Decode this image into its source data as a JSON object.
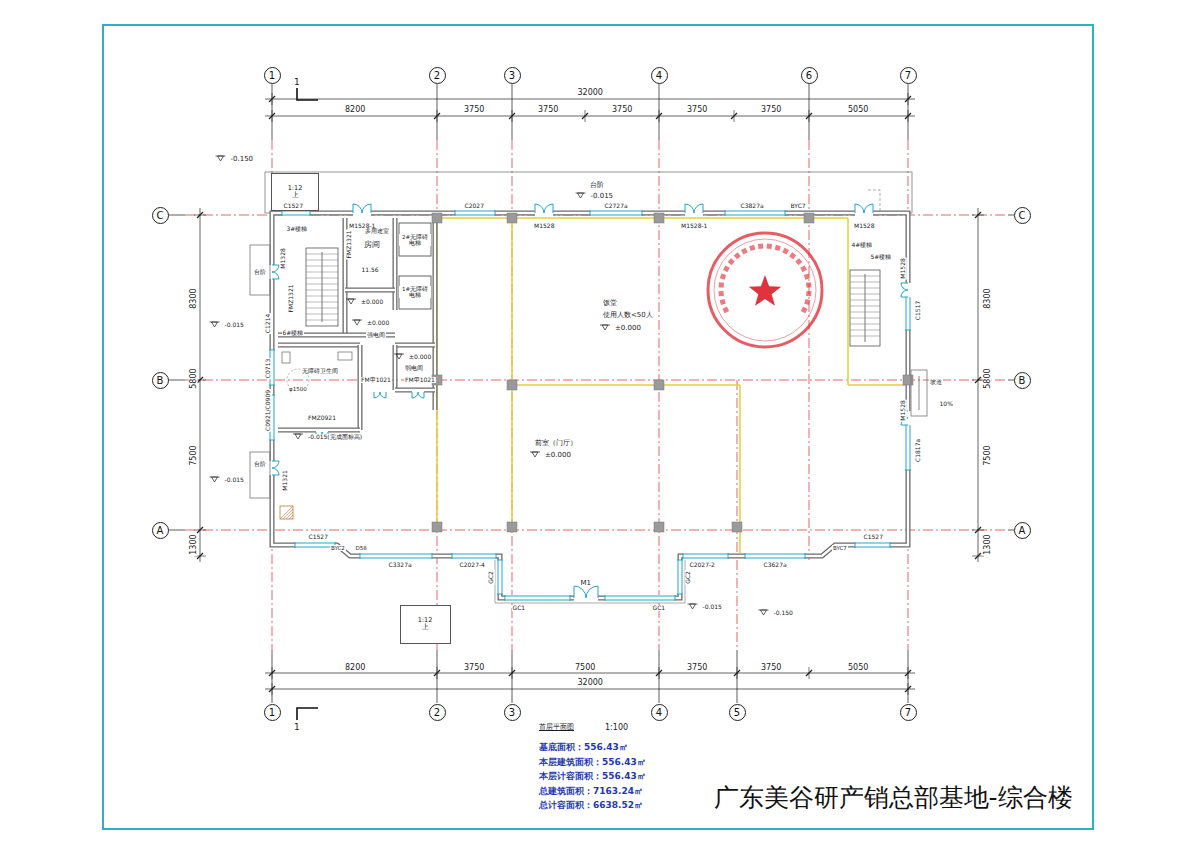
{
  "diagram": {
    "title": "广东美谷研产销总部基地-综合楼",
    "nodes": [
      {
        "text": [
          "1"
        ]
      },
      {
        "text": [
          "2"
        ]
      },
      {
        "text": [
          "3"
        ]
      },
      {
        "text": [
          "4"
        ]
      },
      {
        "text": [
          "6"
        ]
      },
      {
        "text": [
          "7"
        ]
      },
      {
        "text": [
          "1:12",
          "上"
        ]
      },
      {
        "text": [
          "C"
        ]
      },
      {
        "text": [
          "C"
        ]
      },
      {
        "text": [
          "B"
        ]
      },
      {
        "text": [
          "B"
        ]
      },
      {
        "text": [
          "A"
        ]
      },
      {
        "text": [
          "A"
        ]
      },
      {
        "text": [
          "1:12",
          "上"
        ]
      },
      {
        "text": [
          "1"
        ]
      },
      {
        "text": [
          "2"
        ]
      },
      {
        "text": [
          "3"
        ]
      },
      {
        "text": [
          "4"
        ]
      },
      {
        "text": [
          "5"
        ]
      },
      {
        "text": [
          "7"
        ]
      }
    ],
    "labels": [
      "32000",
      "8200",
      "3750",
      "3750",
      "3750",
      "3750",
      "3750",
      "5050",
      "1",
      "-0.150",
      "台阶",
      "-0.015",
      "C1527",
      "M1528-1",
      "C2027",
      "M1528",
      "C2727a",
      "M1528-1",
      "C3827a",
      "BYC7",
      "M1528",
      "3#楼梯",
      "FMZ1321",
      "多用途室",
      "房间",
      "11.56",
      "2#无障碍电梯",
      "1#无障碍电梯",
      "台阶",
      "M1328",
      "FMZ1321",
      "±0.000",
      "±0.000",
      "强电间",
      "6#楼梯",
      "-0.015",
      "C1214",
      "±0.000",
      "弱电间",
      "FM甲1021",
      "FM甲1021",
      "C0713",
      "无障碍卫生间",
      "φ1500",
      "C0921/C0909",
      "FMZ0921",
      "-0.015(完成面标高)",
      "台阶",
      "-0.015",
      "M1321",
      "饭堂",
      "使用人数<50人",
      "±0.000",
      "前室（门厅）",
      "±0.000",
      "4#楼梯",
      "5#楼梯",
      "M1528",
      "C1517",
      "坡道",
      "10%",
      "M1528",
      "C1817a",
      "C1527",
      "BYC2",
      "D58",
      "C3327a",
      "C2027-4",
      "GC2",
      "GC1",
      "M1",
      "GC1",
      "GC2",
      "C2027-2",
      "C3627a",
      "C1527",
      "BYC7",
      "-0.015",
      "-0.150",
      "8200",
      "3750",
      "7500",
      "3750",
      "3750",
      "5050",
      "32000",
      "1",
      "首层平面图",
      "1:100",
      "基底面积：556.43㎡",
      "本层建筑面积：556.43㎡",
      "本层计容面积：556.43㎡",
      "总建筑面积：7163.24㎡",
      "总计容面积：6638.52㎡",
      "8300",
      "5800",
      "7500",
      "1300",
      "8300",
      "5800",
      "7500",
      "1300"
    ]
  }
}
